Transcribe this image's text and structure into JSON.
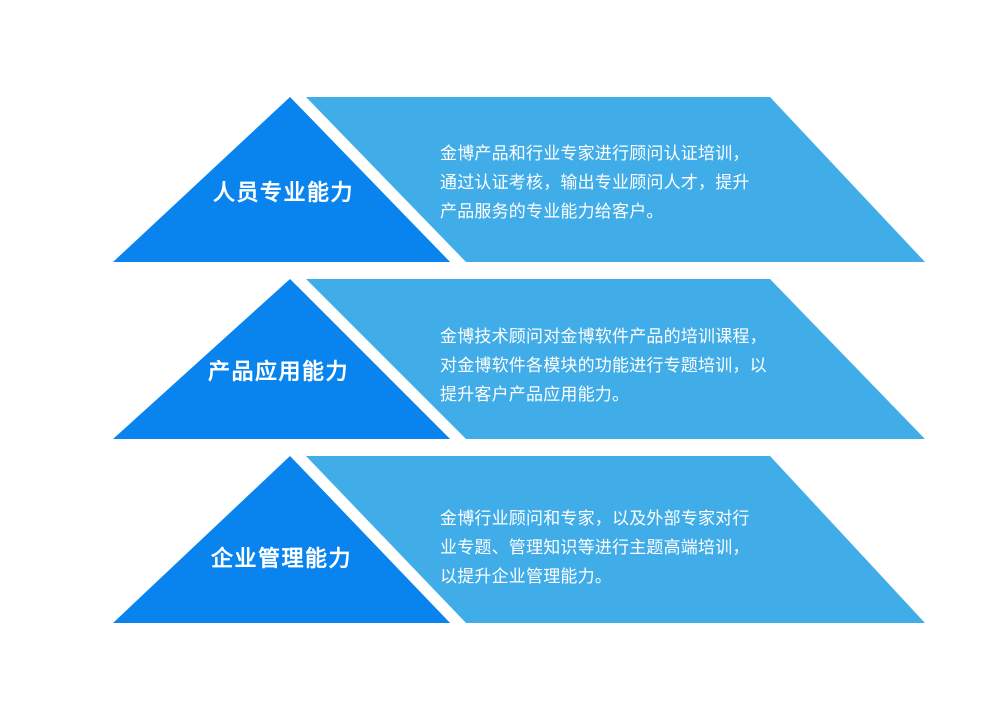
{
  "diagram": {
    "title_text": "",
    "colors": {
      "triangle": "#0984EE",
      "band": "#41ADE8",
      "background": "#FFFFFF",
      "text": "#FFFFFF"
    },
    "rows": [
      {
        "label": "人员专业能力",
        "description": "金博产品和行业专家进行顾问认证培训，\n通过认证考核，输出专业顾问人才，提升\n产品服务的专业能力给客户。"
      },
      {
        "label": "产品应用能力",
        "description": "金博技术顾问对金博软件产品的培训课程，\n对金博软件各模块的功能进行专题培训，以\n提升客户产品应用能力。"
      },
      {
        "label": "企业管理能力",
        "description": "金博行业顾问和专家，以及外部专家对行\n业专题、管理知识等进行主题高端培训，\n以提升企业管理能力。"
      }
    ]
  }
}
